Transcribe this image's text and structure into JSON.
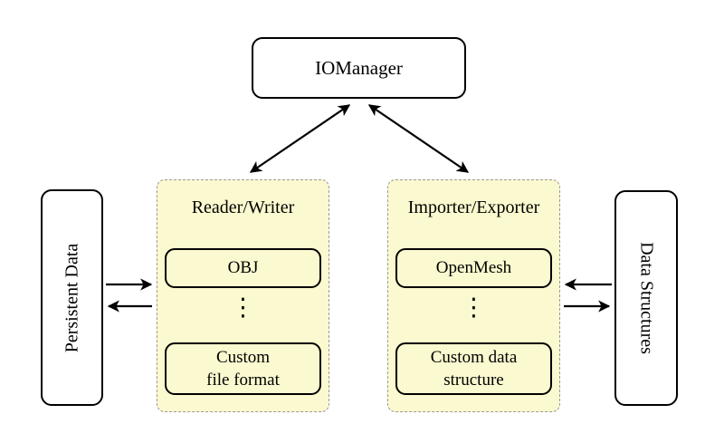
{
  "diagram": {
    "nodes": {
      "io_manager": "IOManager",
      "persistent_data": "Persistent Data",
      "data_structures": "Data Structures"
    },
    "groups": {
      "reader_writer": {
        "title": "Reader/Writer",
        "item_top": "OBJ",
        "dots": "⋮",
        "item_bottom": "Custom\nfile format"
      },
      "importer_exporter": {
        "title": "Importer/Exporter",
        "item_top": "OpenMesh",
        "dots": "⋮",
        "item_bottom": "Custom data\nstructure"
      }
    },
    "edges": [
      {
        "from": "IOManager",
        "to": "Reader/Writer",
        "direction": "both"
      },
      {
        "from": "IOManager",
        "to": "Importer/Exporter",
        "direction": "both"
      },
      {
        "from": "Persistent Data",
        "to": "Reader/Writer",
        "direction": "forward"
      },
      {
        "from": "Reader/Writer",
        "to": "Persistent Data",
        "direction": "forward"
      },
      {
        "from": "Data Structures",
        "to": "Importer/Exporter",
        "direction": "forward"
      },
      {
        "from": "Importer/Exporter",
        "to": "Data Structures",
        "direction": "forward"
      }
    ],
    "colors": {
      "background": "#FFFFFF",
      "group_fill": "#FBF9CF",
      "group_border": "#999999",
      "node_border": "#000000",
      "node_fill": "#FFFFFF",
      "arrow": "#000000"
    }
  }
}
